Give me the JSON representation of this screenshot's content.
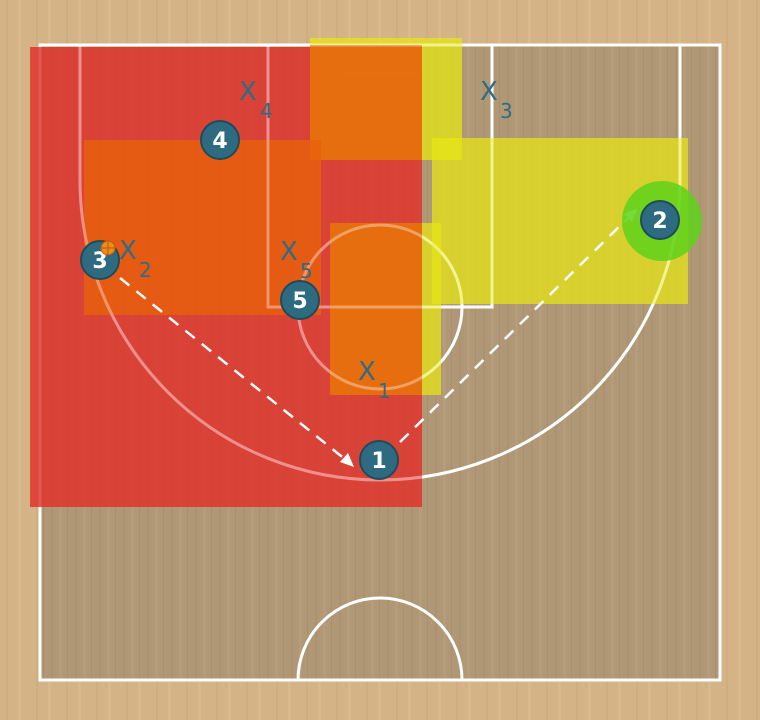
{
  "colors": {
    "wood_light": "#d4b487",
    "floor": "#b09877",
    "court_line": "#ffffff",
    "zone_red": "#e0302a",
    "zone_orange": "#e8600c",
    "zone_yellow": "#e6e614",
    "player_fill": "#2e6b80",
    "defender_text": "#2f6c82",
    "highlight_green": "#5ed21a",
    "ball": "#f08a1c"
  },
  "offense": [
    {
      "label": "1"
    },
    {
      "label": "2"
    },
    {
      "label": "3"
    },
    {
      "label": "4"
    },
    {
      "label": "5"
    }
  ],
  "defense": [
    {
      "label": "X",
      "sub": "1"
    },
    {
      "label": "X",
      "sub": "2"
    },
    {
      "label": "X",
      "sub": "3"
    },
    {
      "label": "X",
      "sub": "4"
    },
    {
      "label": "X",
      "sub": "5"
    }
  ],
  "ball_icon": "basketball-icon",
  "highlight": {
    "player": "2",
    "color": "#5ed21a"
  },
  "pass_lines": [
    {
      "from": "3",
      "to": "1",
      "style": "dashed"
    },
    {
      "from": "1",
      "to": "2",
      "style": "dashed"
    }
  ]
}
